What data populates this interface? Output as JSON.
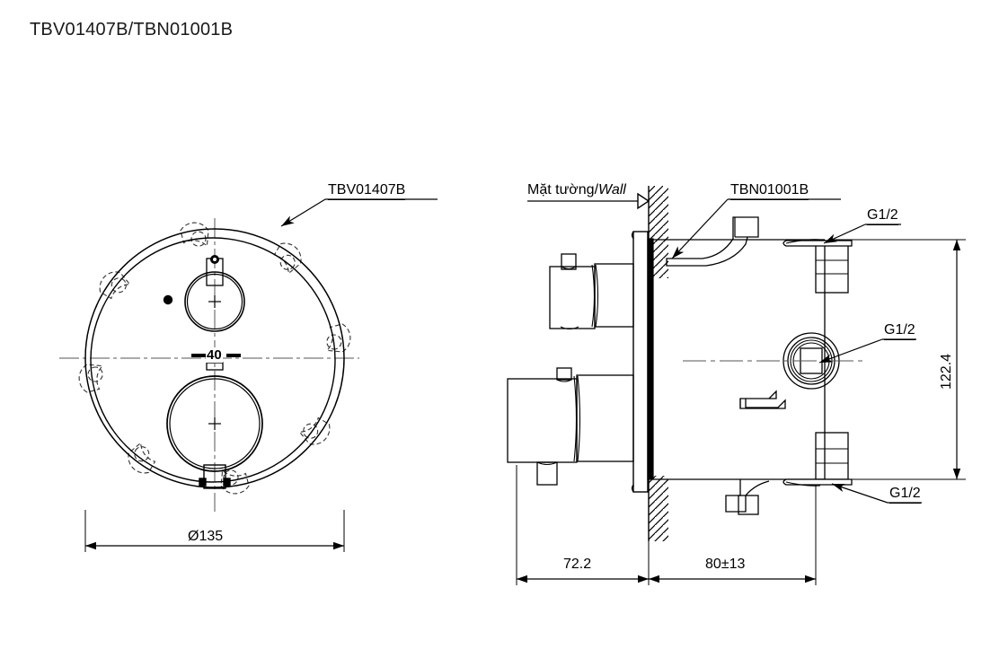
{
  "document": {
    "title": "TBV01407B/TBN01001B",
    "type": "technical-drawing",
    "background_color": "#ffffff",
    "line_color": "#000000"
  },
  "views": {
    "front": {
      "name": "front-elevation-view",
      "part_label": "TBV01407B",
      "diameter_dimension": "Ø135",
      "center_marker_text": "40",
      "outer_diameter_mm": 135,
      "trim_plate": {
        "outer_circle_r": 143,
        "inner_circle_r": 136
      },
      "knobs": [
        {
          "name": "upper-knob",
          "label": "temperature-control-knob",
          "r": 35
        },
        {
          "name": "lower-knob",
          "label": "volume-control-knob",
          "r": 55
        }
      ],
      "indicator_dot": "button-indicator",
      "mounting_lugs_count": 8
    },
    "side": {
      "name": "side-section-view",
      "wall_label_vn": "Mặt tường",
      "wall_label_en": "Wall",
      "wall_label_separator": "/",
      "part_label": "TBN01001B",
      "height_dimension": "122.4",
      "depth_front_dimension": "72.2",
      "depth_rear_dimension": "80±13",
      "ports": [
        {
          "name": "port-top-right",
          "thread": "G1/2"
        },
        {
          "name": "port-middle-right",
          "thread": "G1/2"
        },
        {
          "name": "port-bottom-right",
          "thread": "G1/2"
        }
      ]
    }
  },
  "labels": {
    "front_part": "TBV01407B",
    "front_diameter": "Ø135",
    "front_center_mark": "40",
    "wall_vn": "Mặt tường",
    "wall_sep": "/",
    "wall_en": "Wall",
    "side_part": "TBN01001B",
    "thread_top": "G1/2",
    "thread_middle": "G1/2",
    "thread_bottom": "G1/2",
    "height": "122.4",
    "depth_front": "72.2",
    "depth_rear": "80±13"
  }
}
